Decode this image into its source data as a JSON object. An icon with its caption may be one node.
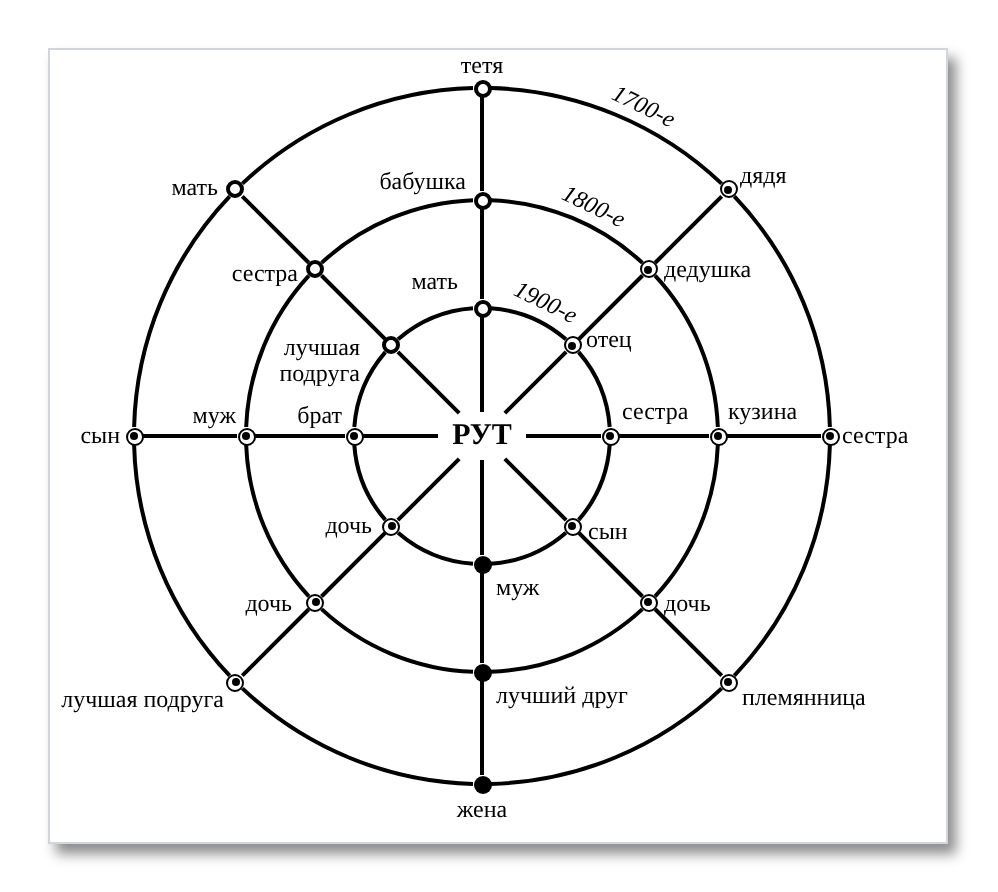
{
  "diagram": {
    "nodes": [
      {
        "text": [
          "РУТ"
        ]
      },
      {
        "text": [],
        "shape": "ring",
        "beside": [
          "мать"
        ]
      },
      {
        "text": [],
        "shape": "ring",
        "beside": [
          "бабушка"
        ]
      },
      {
        "text": [],
        "shape": "ring",
        "beside": [
          "тетя"
        ]
      },
      {
        "text": [],
        "shape": "bullseye",
        "beside": [
          "отец"
        ]
      },
      {
        "text": [],
        "shape": "bullseye",
        "beside": [
          "дедушка"
        ]
      },
      {
        "text": [],
        "shape": "bullseye",
        "beside": [
          "дядя"
        ]
      },
      {
        "text": [],
        "shape": "bullseye",
        "beside": [
          "сестра"
        ]
      },
      {
        "text": [],
        "shape": "bullseye",
        "beside": [
          "кузина"
        ]
      },
      {
        "text": [],
        "shape": "bullseye",
        "beside": [
          "сестра"
        ]
      },
      {
        "text": [],
        "shape": "bullseye",
        "beside": [
          "сын"
        ]
      },
      {
        "text": [],
        "shape": "bullseye",
        "beside": [
          "дочь"
        ]
      },
      {
        "text": [],
        "shape": "bullseye",
        "beside": [
          "племянница"
        ]
      },
      {
        "text": [],
        "shape": "dot",
        "beside": [
          "муж"
        ]
      },
      {
        "text": [],
        "shape": "dot",
        "beside": [
          "лучший друг"
        ]
      },
      {
        "text": [],
        "shape": "dot",
        "beside": [
          "жена"
        ]
      },
      {
        "text": [],
        "shape": "bullseye",
        "beside": [
          "дочь"
        ]
      },
      {
        "text": [],
        "shape": "bullseye",
        "beside": [
          "дочь"
        ]
      },
      {
        "text": [],
        "shape": "bullseye",
        "beside": [
          "лучшая подруга"
        ]
      },
      {
        "text": [],
        "shape": "bullseye",
        "beside": [
          "брат"
        ]
      },
      {
        "text": [],
        "shape": "bullseye",
        "beside": [
          "муж"
        ]
      },
      {
        "text": [],
        "shape": "bullseye",
        "beside": [
          "сын"
        ]
      },
      {
        "text": [],
        "shape": "ring",
        "beside": [
          "лучшая подруга"
        ]
      },
      {
        "text": [],
        "shape": "ring",
        "beside": [
          "сестра"
        ]
      },
      {
        "text": [],
        "shape": "ring",
        "beside": [
          "мать"
        ]
      }
    ],
    "edges": [
      {
        "from": 0,
        "to": 1,
        "arrow": "none"
      },
      {
        "from": 1,
        "to": 2,
        "arrow": "none"
      },
      {
        "from": 2,
        "to": 3,
        "arrow": "none"
      },
      {
        "from": 0,
        "to": 4,
        "arrow": "none"
      },
      {
        "from": 4,
        "to": 5,
        "arrow": "none"
      },
      {
        "from": 5,
        "to": 6,
        "arrow": "none"
      },
      {
        "from": 0,
        "to": 7,
        "arrow": "none"
      },
      {
        "from": 7,
        "to": 8,
        "arrow": "none"
      },
      {
        "from": 8,
        "to": 9,
        "arrow": "none"
      },
      {
        "from": 0,
        "to": 10,
        "arrow": "none"
      },
      {
        "from": 10,
        "to": 11,
        "arrow": "none"
      },
      {
        "from": 11,
        "to": 12,
        "arrow": "none"
      },
      {
        "from": 0,
        "to": 13,
        "arrow": "none"
      },
      {
        "from": 13,
        "to": 14,
        "arrow": "none"
      },
      {
        "from": 14,
        "to": 15,
        "arrow": "none"
      },
      {
        "from": 0,
        "to": 16,
        "arrow": "none"
      },
      {
        "from": 16,
        "to": 17,
        "arrow": "none"
      },
      {
        "from": 17,
        "to": 18,
        "arrow": "none"
      },
      {
        "from": 0,
        "to": 19,
        "arrow": "none"
      },
      {
        "from": 19,
        "to": 20,
        "arrow": "none"
      },
      {
        "from": 20,
        "to": 21,
        "arrow": "none"
      },
      {
        "from": 0,
        "to": 22,
        "arrow": "none"
      },
      {
        "from": 22,
        "to": 23,
        "arrow": "none"
      },
      {
        "from": 23,
        "to": 24,
        "arrow": "none"
      },
      {
        "from": 1,
        "to": 4,
        "arrow": "none"
      },
      {
        "from": 4,
        "to": 7,
        "arrow": "none"
      },
      {
        "from": 7,
        "to": 10,
        "arrow": "none"
      },
      {
        "from": 10,
        "to": 13,
        "arrow": "none"
      },
      {
        "from": 13,
        "to": 16,
        "arrow": "none"
      },
      {
        "from": 16,
        "to": 19,
        "arrow": "none"
      },
      {
        "from": 19,
        "to": 22,
        "arrow": "none"
      },
      {
        "from": 22,
        "to": 1,
        "arrow": "none"
      },
      {
        "from": 2,
        "to": 5,
        "arrow": "none"
      },
      {
        "from": 5,
        "to": 8,
        "arrow": "none"
      },
      {
        "from": 8,
        "to": 11,
        "arrow": "none"
      },
      {
        "from": 11,
        "to": 14,
        "arrow": "none"
      },
      {
        "from": 14,
        "to": 17,
        "arrow": "none"
      },
      {
        "from": 17,
        "to": 20,
        "arrow": "none"
      },
      {
        "from": 20,
        "to": 23,
        "arrow": "none"
      },
      {
        "from": 23,
        "to": 2,
        "arrow": "none"
      },
      {
        "from": 3,
        "to": 6,
        "arrow": "none"
      },
      {
        "from": 6,
        "to": 9,
        "arrow": "none"
      },
      {
        "from": 9,
        "to": 12,
        "arrow": "none"
      },
      {
        "from": 12,
        "to": 15,
        "arrow": "none"
      },
      {
        "from": 15,
        "to": 18,
        "arrow": "none"
      },
      {
        "from": 18,
        "to": 21,
        "arrow": "none"
      },
      {
        "from": 21,
        "to": 24,
        "arrow": "none"
      },
      {
        "from": 24,
        "to": 3,
        "arrow": "none"
      }
    ],
    "labels": [
      "1700-е",
      "1800-е",
      "1900-е"
    ]
  }
}
